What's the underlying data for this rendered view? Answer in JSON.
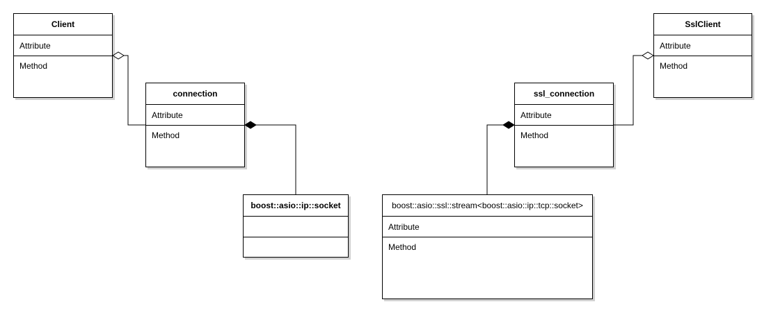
{
  "classes": {
    "client": {
      "name": "Client",
      "attribute": "Attribute",
      "method": "Method"
    },
    "connection": {
      "name": "connection",
      "attribute": "Attribute",
      "method": "Method"
    },
    "socket": {
      "name": "boost::asio::ip::socket",
      "attribute": "",
      "method": ""
    },
    "sslclient": {
      "name": "SslClient",
      "attribute": "Attribute",
      "method": "Method"
    },
    "sslconnection": {
      "name": "ssl_connection",
      "attribute": "Attribute",
      "method": "Method"
    },
    "sslstream": {
      "name": "boost::asio::ssl::stream<boost::asio::ip::tcp::socket>",
      "attribute": "Attribute",
      "method": "Method"
    }
  },
  "relations": [
    {
      "from": "Client",
      "to": "connection",
      "kind": "aggregation"
    },
    {
      "from": "connection",
      "to": "boost::asio::ip::socket",
      "kind": "composition"
    },
    {
      "from": "SslClient",
      "to": "ssl_connection",
      "kind": "aggregation"
    },
    {
      "from": "ssl_connection",
      "to": "boost::asio::ssl::stream<boost::asio::ip::tcp::socket>",
      "kind": "composition"
    }
  ],
  "colors": {
    "line": "#000000",
    "box_fill": "#ffffff"
  }
}
